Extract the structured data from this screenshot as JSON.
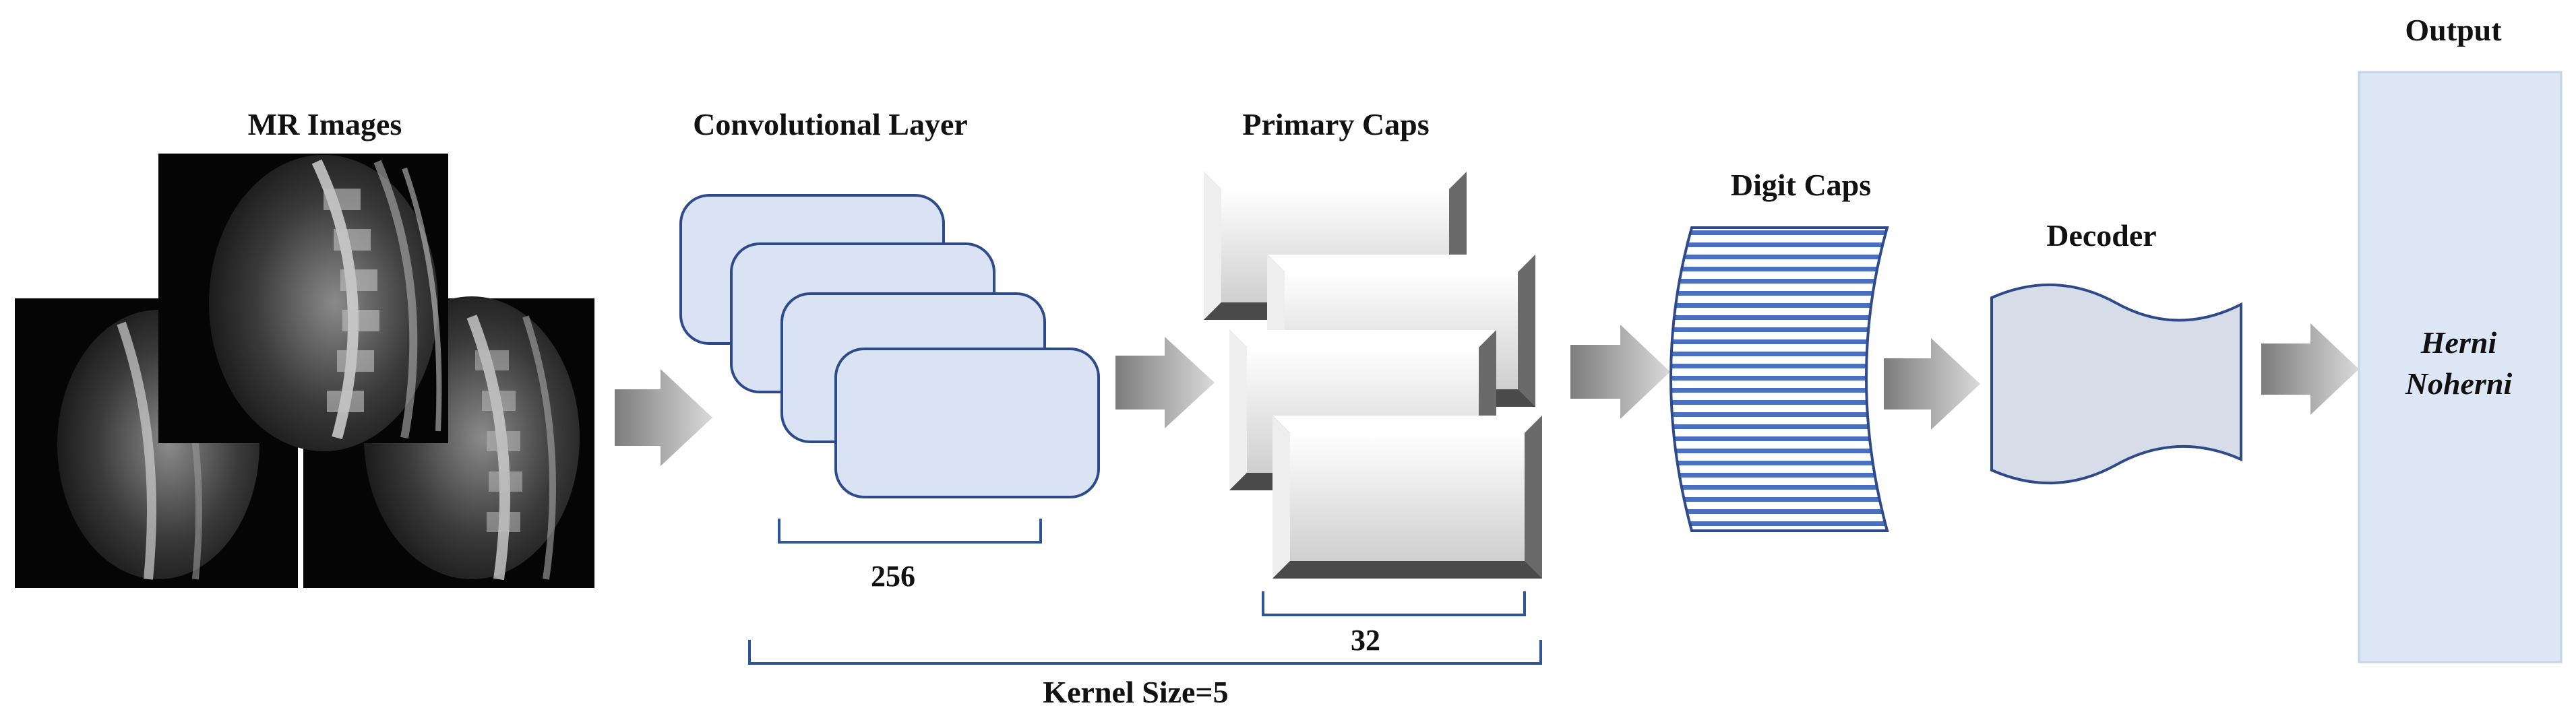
{
  "labels": {
    "mr_images": "MR Images",
    "conv_layer": "Convolutional Layer",
    "primary_caps": "Primary Caps",
    "digit_caps": "Digit Caps",
    "decoder": "Decoder",
    "output": "Output",
    "n_256": "256",
    "n_32": "32",
    "kernel": "Kernel Size=5"
  },
  "output_classes": [
    "Herni",
    "Noherni"
  ],
  "colors": {
    "box_fill": "#d9e3f4",
    "box_stroke": "#2f4a8a",
    "output_fill": "#dde6f4",
    "decoder_fill": "#d6dde8",
    "arrow": "#9a9a9a",
    "bracket": "#2f5597",
    "stripe": "#4a6fc0"
  },
  "icons": {
    "arrow": "right-arrow-icon"
  }
}
